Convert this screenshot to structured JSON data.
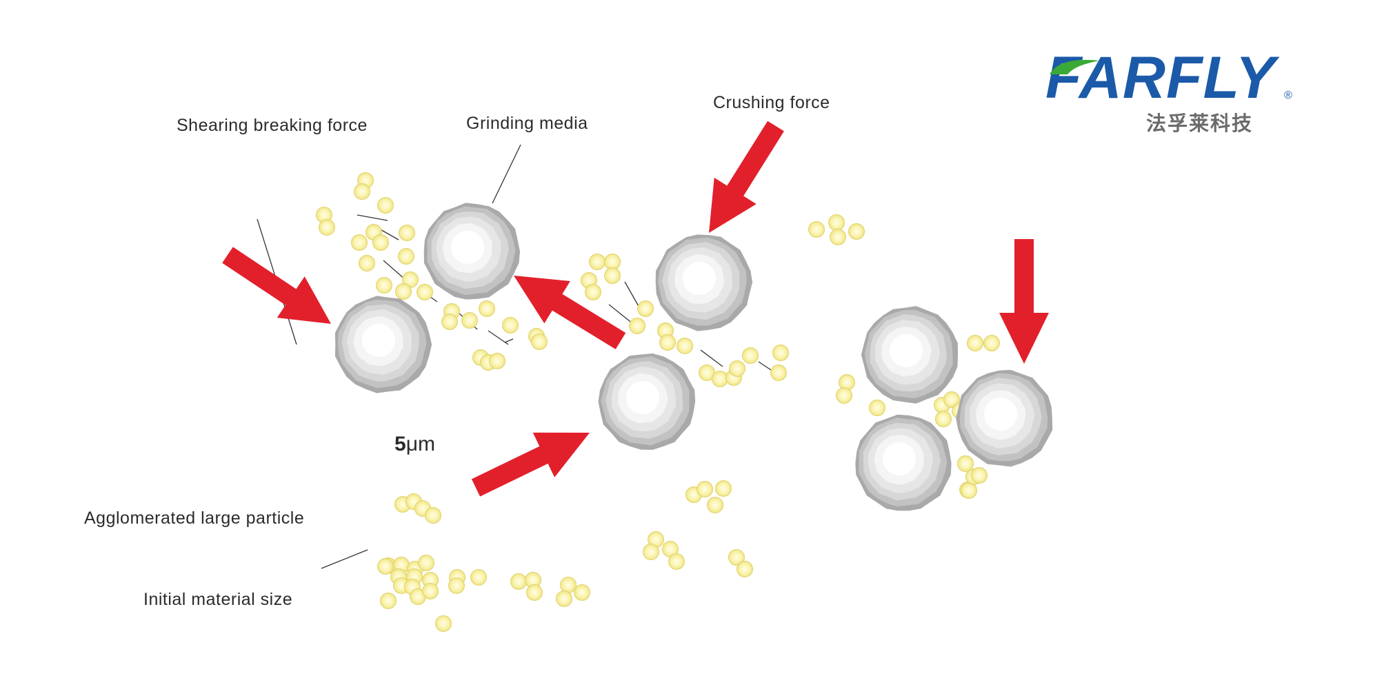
{
  "labels": {
    "shearing": "Shearing breaking force",
    "grinding_media": "Grinding media",
    "crushing": "Crushing force",
    "agglomerated": "Agglomerated large particle",
    "initial_size": "Initial material size"
  },
  "size_marker": {
    "number": "5",
    "unit": "μm"
  },
  "logo": {
    "wordmark": "FARFLY",
    "registered": "®",
    "chinese": "法孚莱科技"
  },
  "colors": {
    "arrow": "#e2202b",
    "particle": "#f6ef9a",
    "particle_center": "#fffde6",
    "particle_edge": "#e0d36a",
    "media_outer": "#a9a9a9",
    "media_inner": "#f2f2f2",
    "leader_line": "#333333",
    "logo_blue": "#1b5aa8",
    "logo_green": "#3aa935",
    "logo_gray": "#6b6b6b"
  }
}
